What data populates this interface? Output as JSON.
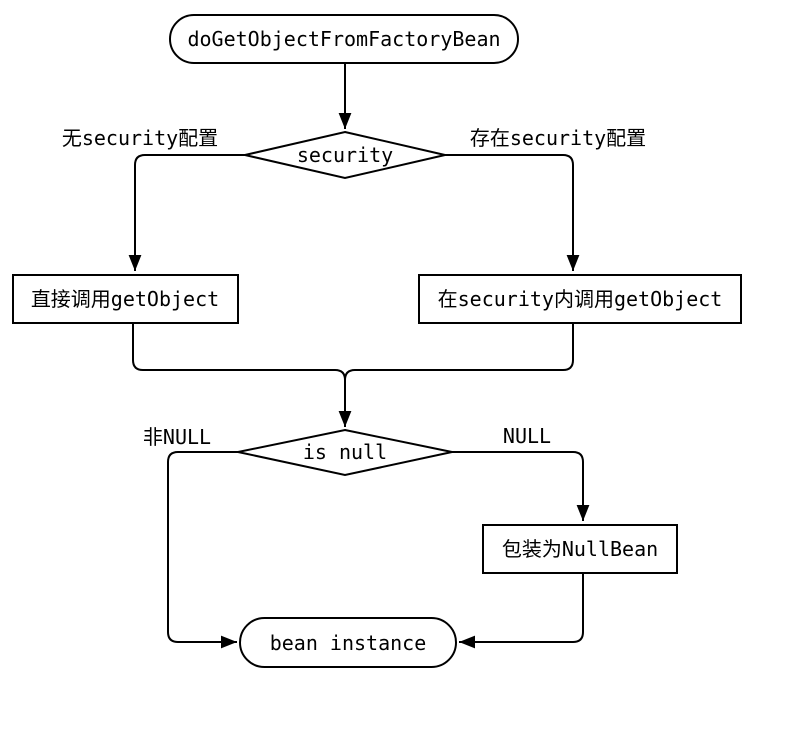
{
  "diagram": {
    "type": "flowchart",
    "direction": "top-down",
    "colors": {
      "stroke": "#000000",
      "text": "#000000",
      "node_fill": "#ffffff",
      "background": "#ffffff"
    },
    "nodes": {
      "start": {
        "shape": "stadium",
        "label": "doGetObjectFromFactoryBean"
      },
      "security_check": {
        "shape": "diamond",
        "label": "security"
      },
      "direct_call": {
        "shape": "rect",
        "label": "直接调用getObject"
      },
      "call_in_security": {
        "shape": "rect",
        "label": "在security内调用getObject"
      },
      "null_check": {
        "shape": "diamond",
        "label": "is null"
      },
      "wrap_nullbean": {
        "shape": "rect",
        "label": "包装为NullBean"
      },
      "bean_instance": {
        "shape": "stadium",
        "label": "bean instance"
      }
    },
    "edge_labels": {
      "no_security": "无security配置",
      "has_security": "存在security配置",
      "not_null": "非NULL",
      "is_null": "NULL"
    },
    "edges": [
      {
        "from": "start",
        "to": "security_check"
      },
      {
        "from": "security_check",
        "to": "direct_call",
        "label_key": "no_security"
      },
      {
        "from": "security_check",
        "to": "call_in_security",
        "label_key": "has_security"
      },
      {
        "from": "direct_call",
        "to": "null_check"
      },
      {
        "from": "call_in_security",
        "to": "null_check"
      },
      {
        "from": "null_check",
        "to": "bean_instance",
        "label_key": "not_null"
      },
      {
        "from": "null_check",
        "to": "wrap_nullbean",
        "label_key": "is_null"
      },
      {
        "from": "wrap_nullbean",
        "to": "bean_instance"
      }
    ]
  }
}
